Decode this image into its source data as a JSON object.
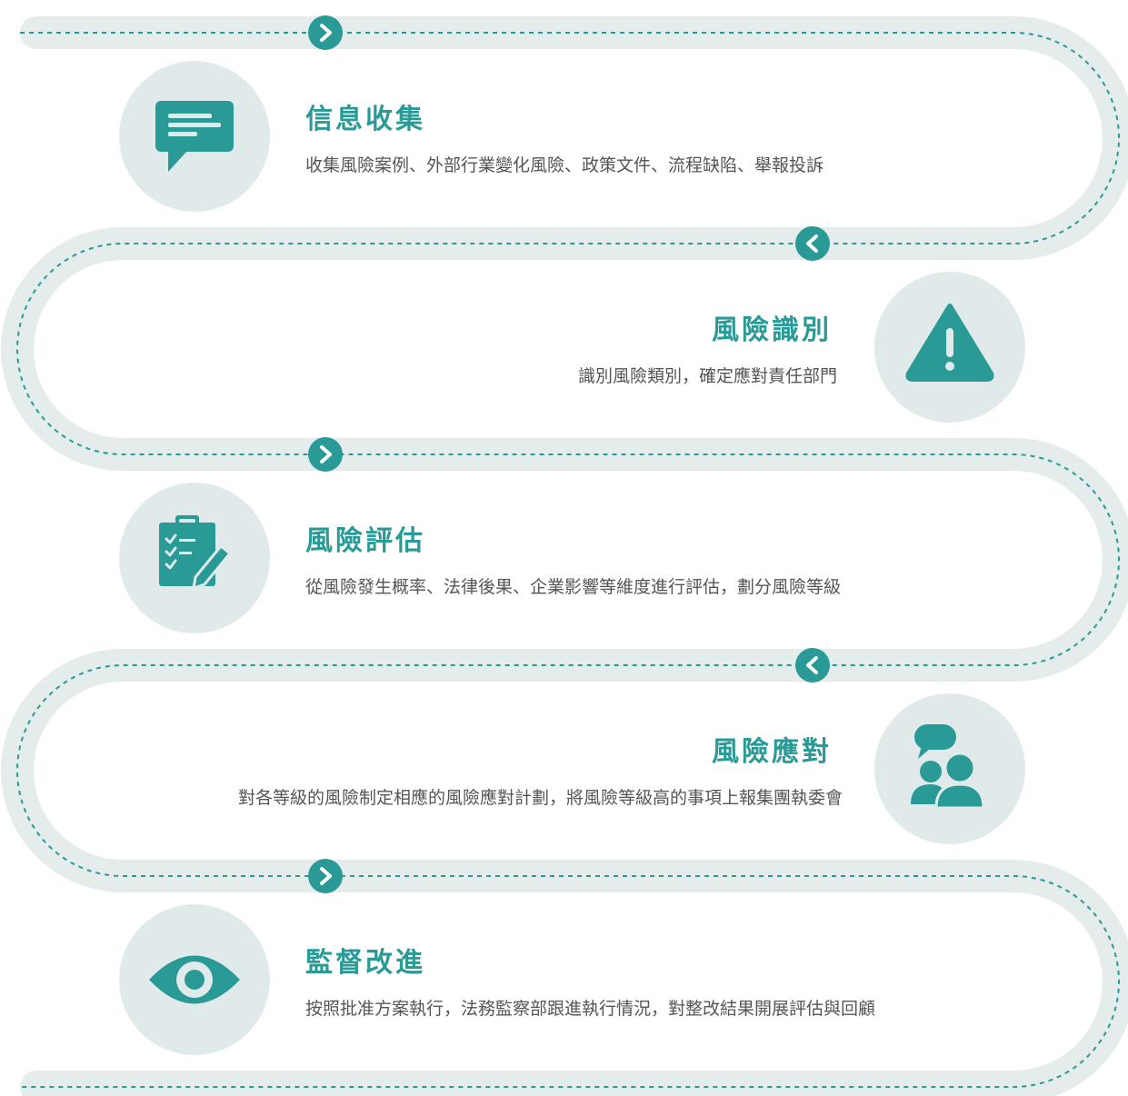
{
  "theme": {
    "accent": "#2a9a96",
    "track": "#e4ecec",
    "circle": "#e0eaea",
    "text": "#555555"
  },
  "steps": [
    {
      "title": "信息收集",
      "desc": "收集風險案例、外部行業變化風險、政策文件、流程缺陷、舉報投訴",
      "icon": "message-icon"
    },
    {
      "title": "風險識別",
      "desc": "識別風險類別，確定應對責任部門",
      "icon": "warning-icon"
    },
    {
      "title": "風險評估",
      "desc": "從風險發生概率、法律後果、企業影響等維度進行評估，劃分風險等級",
      "icon": "clipboard-check-icon"
    },
    {
      "title": "風險應對",
      "desc": "對各等級的風險制定相應的風險應對計劃，將風險等級高的事項上報集團執委會",
      "icon": "people-chat-icon"
    },
    {
      "title": "監督改進",
      "desc": "按照批准方案執行，法務監察部跟進執行情況，對整改結果開展評估與回顧",
      "icon": "eye-icon"
    }
  ],
  "flow_arrows": [
    "right",
    "left",
    "right",
    "left",
    "right"
  ]
}
